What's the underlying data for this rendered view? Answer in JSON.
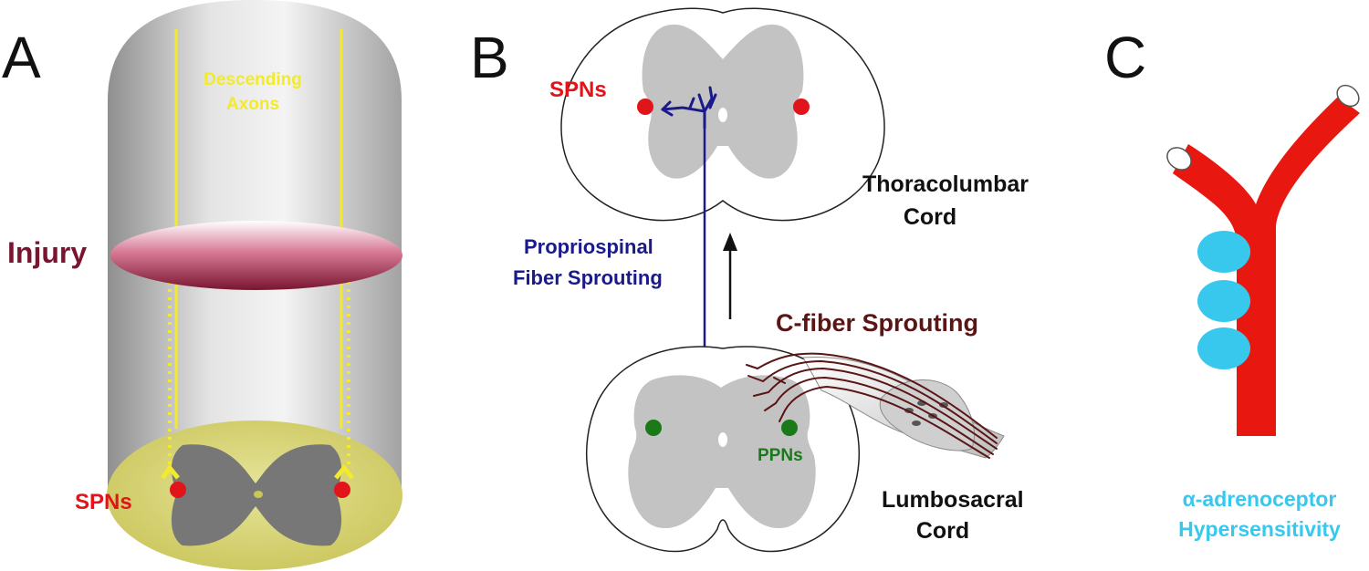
{
  "panels": {
    "a": {
      "letter": "A",
      "descending_line1": "Descending",
      "descending_line2": "Axons",
      "injury": "Injury",
      "spns": "SPNs"
    },
    "b": {
      "letter": "B",
      "spns": "SPNs",
      "thoraco_line1": "Thoracolumbar",
      "thoraco_line2": "Cord",
      "proprio_line1": "Propriospinal",
      "proprio_line2": "Fiber Sprouting",
      "cfiber": "C-fiber Sprouting",
      "ppns": "PPNs",
      "lumbo_line1": "Lumbosacral",
      "lumbo_line2": "Cord"
    },
    "c": {
      "letter": "C",
      "alpha_line1": "α-adrenoceptor",
      "alpha_line2": "Hypersensitivity"
    }
  },
  "colors": {
    "yellow": "#f2ea2a",
    "injury": "#7a1530",
    "sympathetic_red": "#e0141a",
    "propriospinal_blue": "#1a1a8a",
    "c_fiber": "#5a1515",
    "ppn_green": "#1a7a1a",
    "vessel_red": "#e8170f",
    "receptor_blue": "#38c8ee"
  }
}
